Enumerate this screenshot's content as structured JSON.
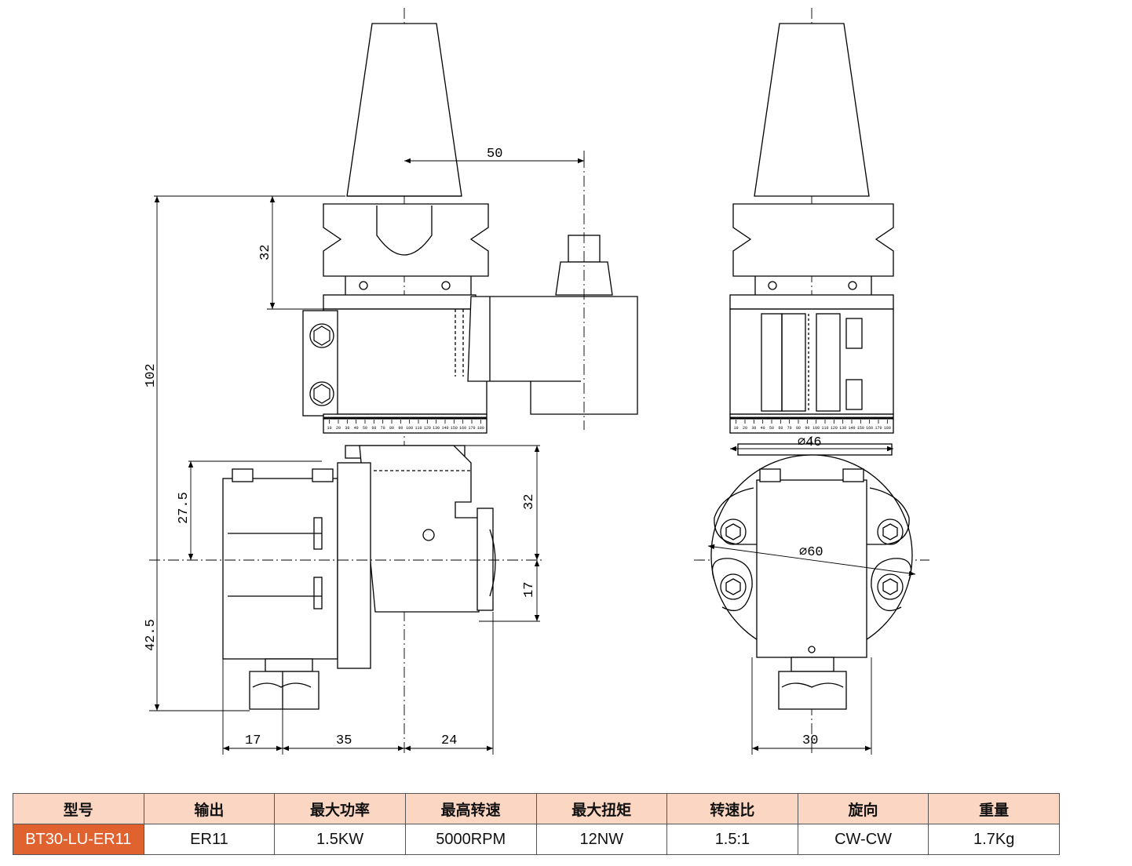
{
  "colors": {
    "header_bg": "#fbd6c2",
    "model_cell_bg": "#e0622e",
    "model_cell_text": "#ffffff",
    "line": "#000000"
  },
  "dimensions": {
    "side_view": {
      "d50": "50",
      "d32_top": "32",
      "d102": "102",
      "d27_5": "27.5",
      "d42_5": "42.5",
      "d32_right": "32",
      "d17_right": "17",
      "d17_bottom": "17",
      "d35": "35",
      "d24": "24"
    },
    "front_view": {
      "phi46": "⌀46",
      "phi60": "⌀60",
      "d30": "30"
    }
  },
  "scale_ticks_side": [
    "10",
    "20",
    "30",
    "40",
    "50",
    "60",
    "70",
    "80",
    "90",
    "100",
    "110",
    "120",
    "130",
    "140",
    "150",
    "160",
    "170",
    "180"
  ],
  "scale_ticks_front": [
    "10",
    "20",
    "30",
    "40",
    "50",
    "60",
    "70",
    "80",
    "90",
    "100",
    "110",
    "120",
    "130",
    "140",
    "150",
    "160",
    "170",
    "180"
  ],
  "spec_table": {
    "headers": [
      "型号",
      "输出",
      "最大功率",
      "最高转速",
      "最大扭矩",
      "转速比",
      "旋向",
      "重量"
    ],
    "row": [
      "BT30-LU-ER11",
      "ER11",
      "1.5KW",
      "5000RPM",
      "12NW",
      "1.5:1",
      "CW-CW",
      "1.7Kg"
    ]
  }
}
